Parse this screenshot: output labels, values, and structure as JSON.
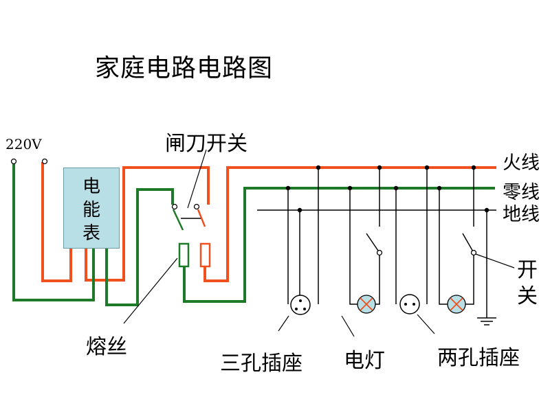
{
  "title": "家庭电路电路图",
  "voltage": "220V",
  "labels": {
    "knife_switch": "闸刀开关",
    "live_wire": "火线",
    "neutral_wire": "零线",
    "ground_wire": "地线",
    "switch_line1": "开",
    "switch_line2": "关",
    "fuse": "熔丝",
    "three_hole_socket": "三孔插座",
    "lamp": "电灯",
    "two_hole_socket": "两孔插座"
  },
  "meter": {
    "c1": "电",
    "c2": "能",
    "c3": "表"
  },
  "colors": {
    "live": "#f0501e",
    "neutral": "#1e7a28",
    "ground": "#000000",
    "meter": "#b9dfe6"
  }
}
